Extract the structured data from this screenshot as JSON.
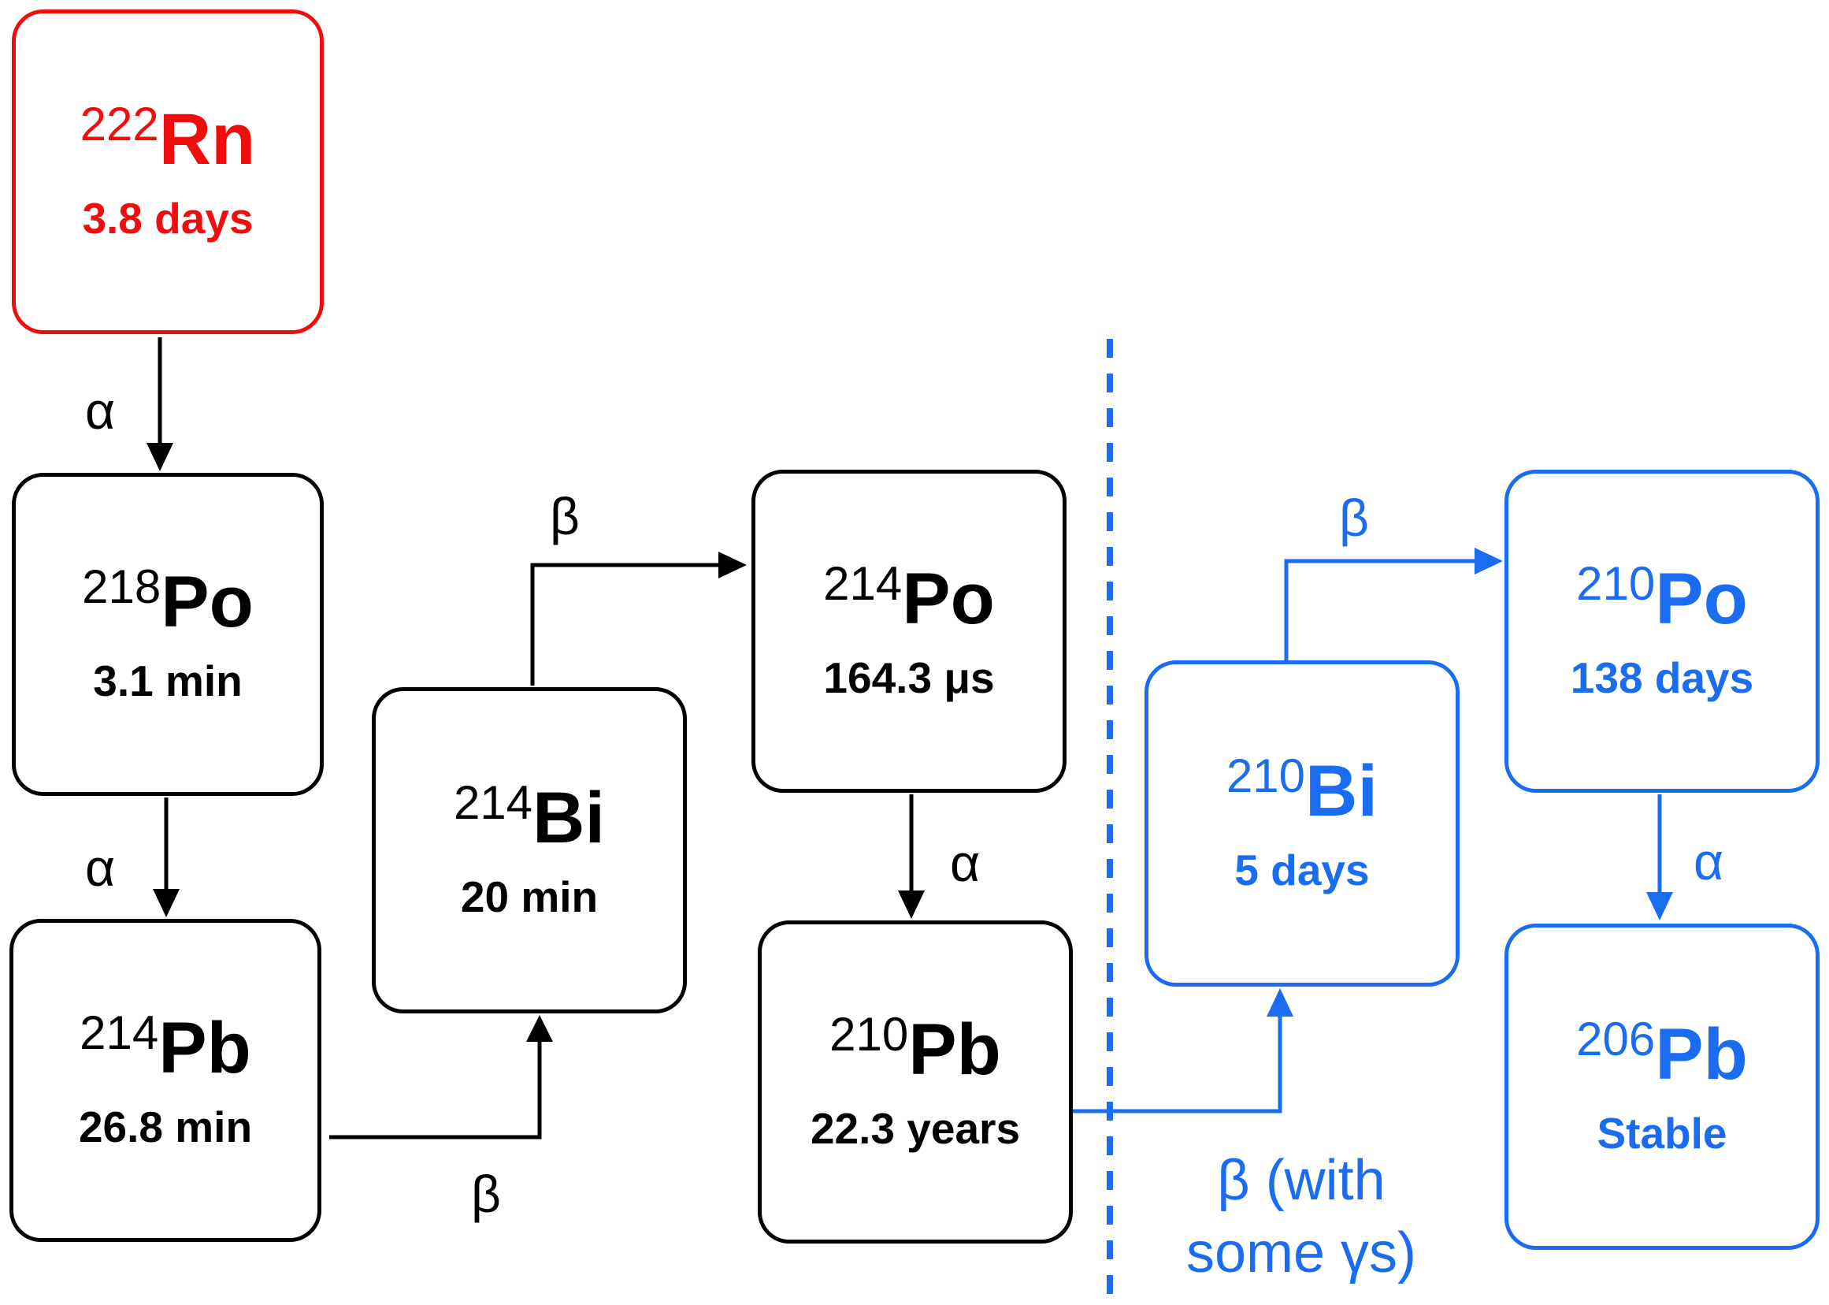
{
  "nodes": {
    "rn222": {
      "mass": "222",
      "symbol": "Rn",
      "half_life": "3.8 days"
    },
    "po218": {
      "mass": "218",
      "symbol": "Po",
      "half_life": "3.1 min"
    },
    "pb214": {
      "mass": "214",
      "symbol": "Pb",
      "half_life": "26.8 min"
    },
    "bi214": {
      "mass": "214",
      "symbol": "Bi",
      "half_life": "20 min"
    },
    "po214": {
      "mass": "214",
      "symbol": "Po",
      "half_life": "164.3 μs"
    },
    "pb210": {
      "mass": "210",
      "symbol": "Pb",
      "half_life": "22.3 years"
    },
    "bi210": {
      "mass": "210",
      "symbol": "Bi",
      "half_life": "5 days"
    },
    "po210": {
      "mass": "210",
      "symbol": "Po",
      "half_life": "138 days"
    },
    "pb206": {
      "mass": "206",
      "symbol": "Pb",
      "half_life": "Stable"
    }
  },
  "decays": {
    "rn222_po218": "α",
    "po218_pb214": "α",
    "pb214_bi214": "β",
    "bi214_po214": "β",
    "po214_pb210": "α",
    "pb210_bi210_line1": "β (with",
    "pb210_bi210_line2": "some γs)",
    "bi210_po210": "β",
    "po210_pb206": "α"
  },
  "colors": {
    "radon": "#f00d0d",
    "chain": "#000000",
    "long_lived": "#1a6cf0"
  }
}
